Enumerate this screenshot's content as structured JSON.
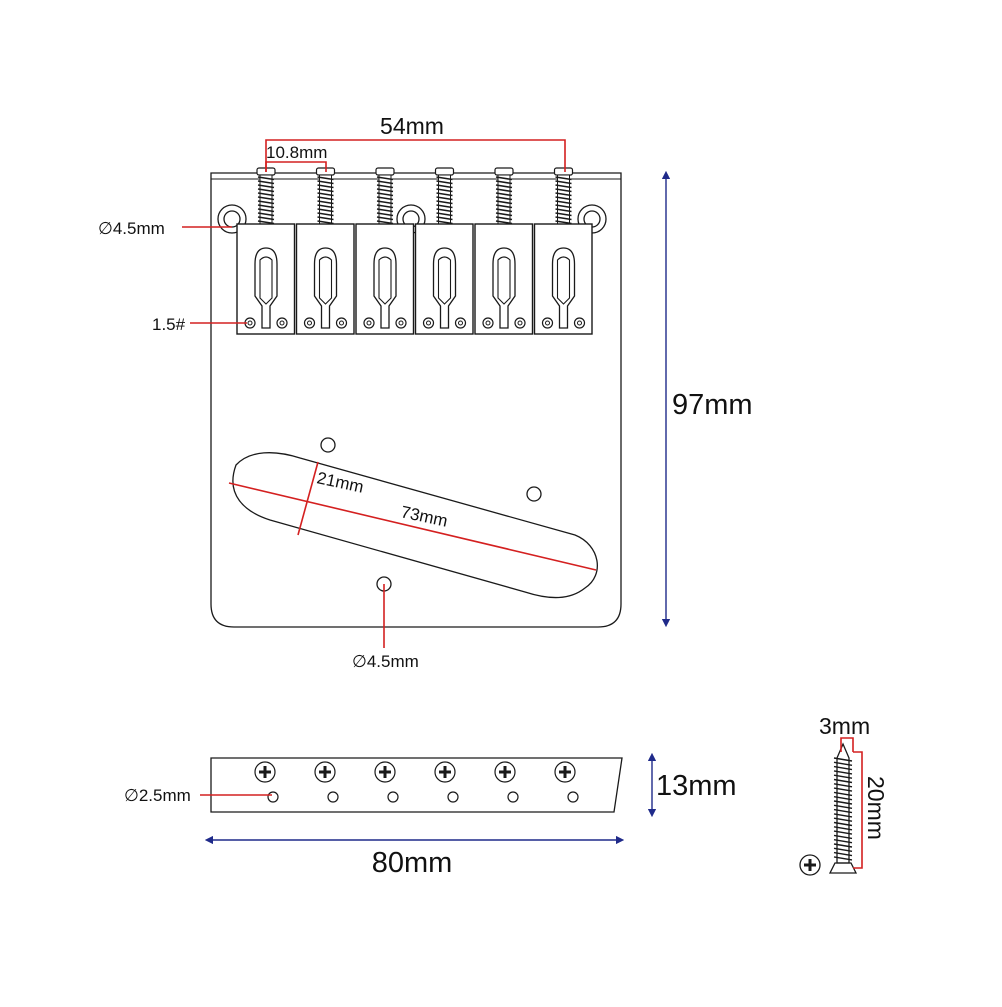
{
  "top_view": {
    "width_54": "54mm",
    "spacing": "10.8mm",
    "mount_hole": "4.5mm",
    "screw_spec": "1.5#",
    "height": "97mm",
    "slot_width": "21mm",
    "slot_length": "73mm",
    "bottom_hole": "4.5mm"
  },
  "side_view": {
    "hole": "2.5mm",
    "height": "13mm",
    "length": "80mm"
  },
  "screw": {
    "diameter": "3mm",
    "length": "20mm"
  },
  "symbols": {
    "diameter": "∅"
  },
  "colors": {
    "dimension_red": "#d42020",
    "dimension_blue": "#1f2a8a",
    "outline": "#1a1a1a"
  },
  "icons": {
    "saddle_screw": "phillips-screw-icon",
    "hole": "hole-icon"
  },
  "counts": {
    "saddles": 6
  }
}
